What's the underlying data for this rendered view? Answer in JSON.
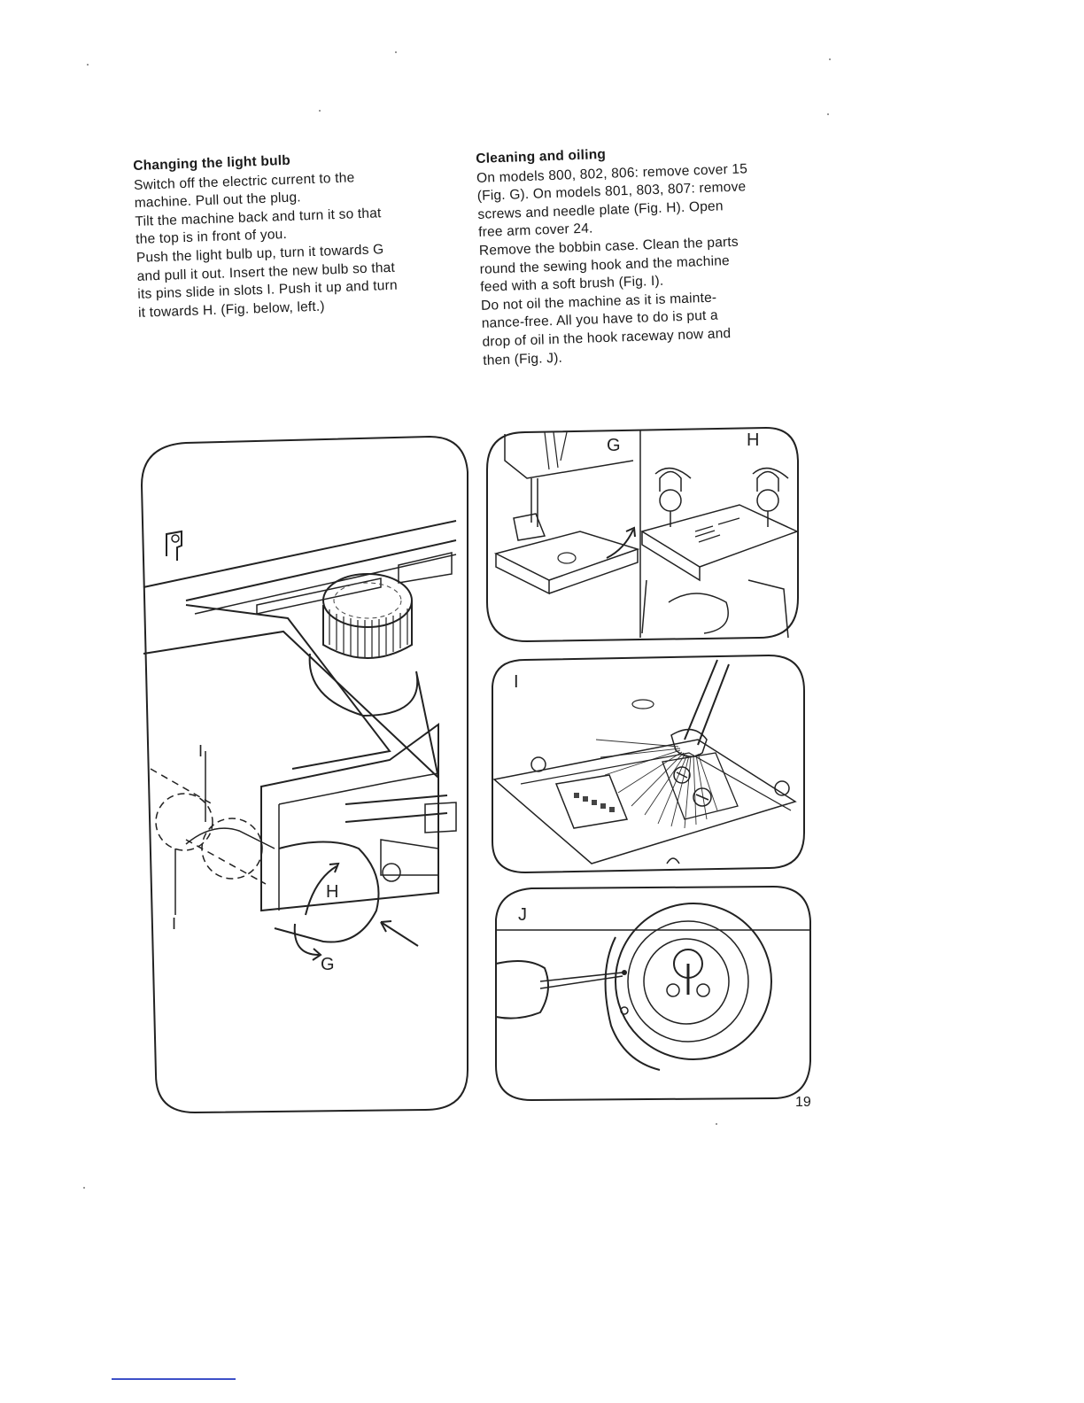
{
  "left_column": {
    "heading": "Changing the light bulb",
    "lines": [
      "Switch off the electric current to the",
      "machine. Pull out the plug.",
      "Tilt the machine back and turn it so that",
      "the top is in front of you.",
      "Push the light bulb up, turn it towards G",
      "and pull it out. Insert the new bulb so that",
      "its pins slide in slots I. Push it up and turn",
      "it towards H. (Fig. below, left.)"
    ]
  },
  "right_column": {
    "heading": "Cleaning and oiling",
    "lines": [
      "On models 800, 802, 806: remove cover 15",
      "(Fig. G). On models 801, 803, 807: remove",
      "screws and needle plate (Fig. H). Open",
      "free arm cover 24.",
      "Remove the bobbin case. Clean the parts",
      "round the sewing hook and the machine",
      "feed with a soft brush (Fig. I).",
      "Do not oil the machine as it is mainte-",
      "nance-free. All you have to do is put a",
      "drop of oil in the hook raceway now and",
      "then (Fig. J)."
    ]
  },
  "figures": {
    "bulb": {
      "labels": [
        "I",
        "I",
        "H",
        "G"
      ]
    },
    "g_label": "G",
    "h_label": "H",
    "i_label": "I",
    "j_label": "J"
  },
  "page_number": "19"
}
